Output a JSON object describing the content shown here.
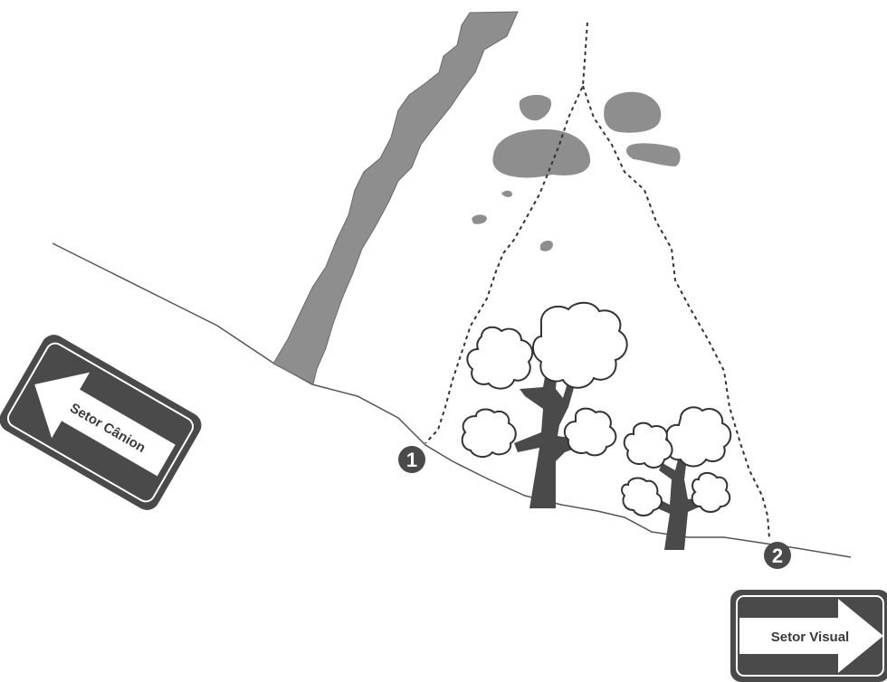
{
  "signs": {
    "left": {
      "label": "Setor Cânion",
      "direction": "left"
    },
    "right": {
      "label": "Setor Visual",
      "direction": "right"
    }
  },
  "markers": [
    {
      "label": "1"
    },
    {
      "label": "2"
    }
  ],
  "colors": {
    "rock": "#8e8e8e",
    "sign_dark": "#4a4a4a",
    "tree_trunk": "#4a4a4a",
    "line": "#555555",
    "background": "#ffffff"
  }
}
